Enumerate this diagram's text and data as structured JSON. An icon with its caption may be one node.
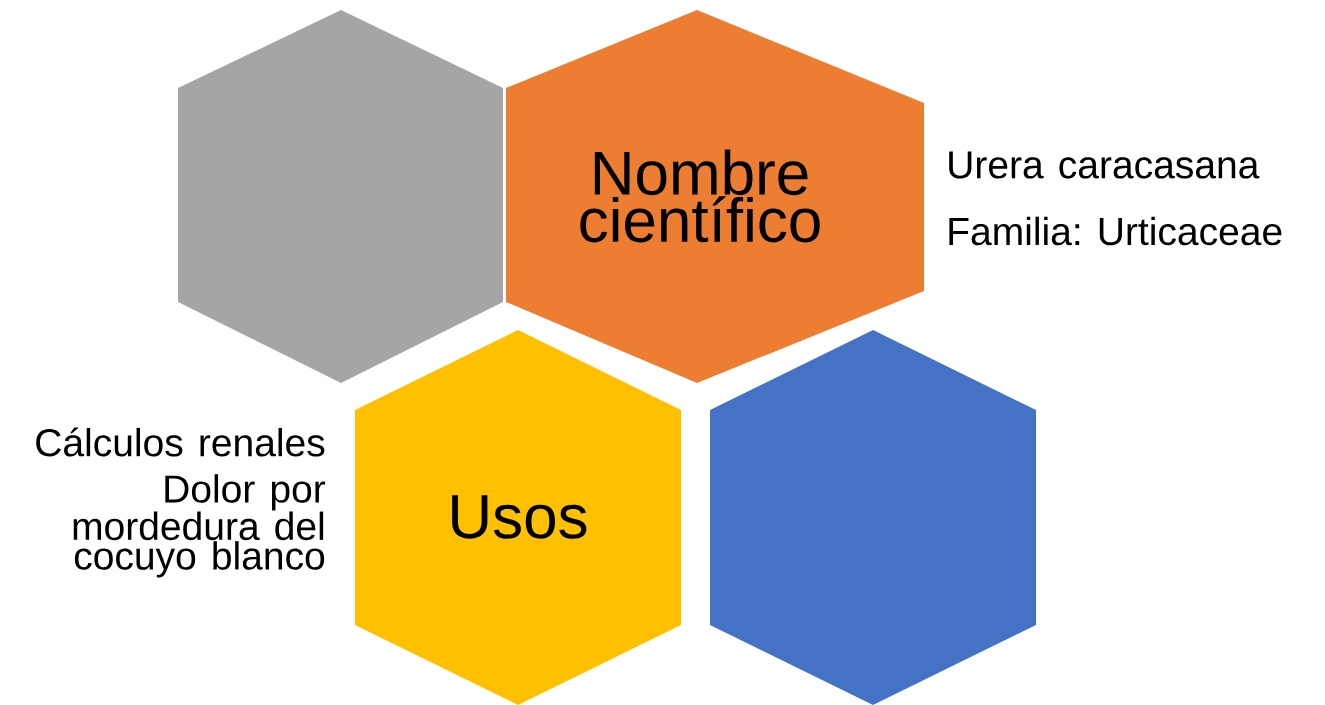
{
  "diagram": {
    "nodes": [
      {
        "text": [],
        "shape": "hexagon"
      },
      {
        "text": [
          "Nombre científico"
        ],
        "beside": [
          "Urera caracasana",
          "Familia: Urticaceae"
        ]
      },
      {
        "text": [
          "Usos"
        ],
        "beside": [
          "Cálculos renales",
          "Dolor por mordedura del cocuyo blanco"
        ]
      },
      {
        "text": [],
        "shape": "hexagon"
      }
    ]
  }
}
